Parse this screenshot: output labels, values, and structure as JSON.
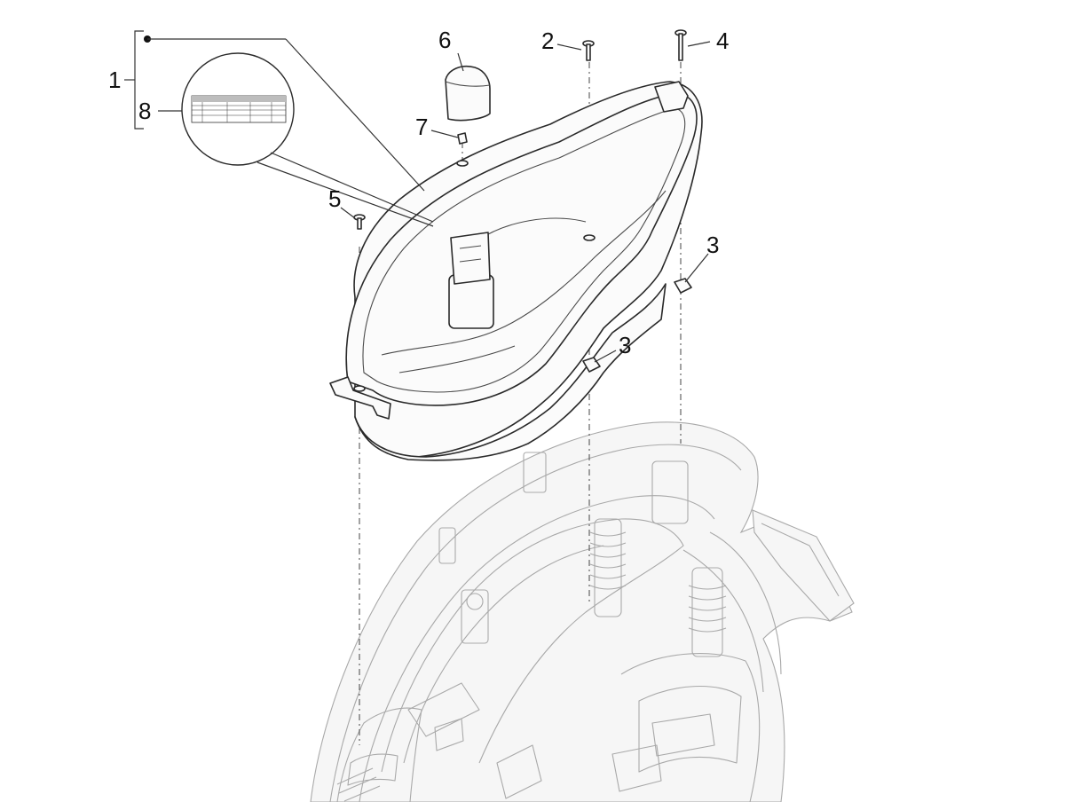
{
  "callouts": {
    "c1": "1",
    "c2": "2",
    "c3a": "3",
    "c3b": "3",
    "c4": "4",
    "c5": "5",
    "c6": "6",
    "c7": "7",
    "c8": "8"
  },
  "colors": {
    "line": "#2a2a2a",
    "ghost": "#a9a9a9",
    "background": "#ffffff"
  }
}
